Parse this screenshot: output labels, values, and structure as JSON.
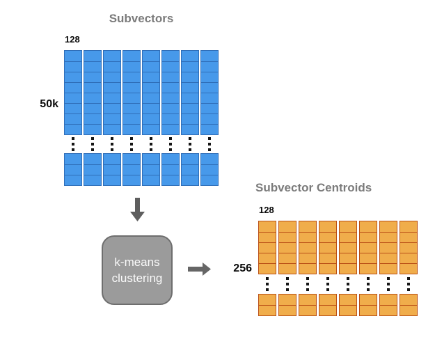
{
  "palette": {
    "blue_fill": "#4799EA",
    "blue_border": "#2F6EB8",
    "orange_fill": "#F0AD4B",
    "orange_border": "#BA4F16",
    "gray_title": "#7B7B7B",
    "arrow_gray": "#5E5E5E",
    "box_fill": "#9B9B9B",
    "box_border": "#6E6E6E",
    "box_text": "#FAFAFA",
    "label_black": "#0A0A0A",
    "dot_color": "#161616"
  },
  "subvectors": {
    "title": "Subvectors",
    "dim_label": "128",
    "count_label": "50k",
    "columns": 8,
    "top_rows": 8,
    "bottom_rows": 3
  },
  "process": {
    "label_line1": "k-means",
    "label_line2": "clustering"
  },
  "centroids": {
    "title": "Subvector Centroids",
    "dim_label": "128",
    "count_label": "256",
    "columns": 8,
    "top_rows": 5,
    "bottom_rows": 2
  },
  "icons": {
    "down_arrow": "down-arrow-icon",
    "right_arrow": "right-arrow-icon"
  }
}
